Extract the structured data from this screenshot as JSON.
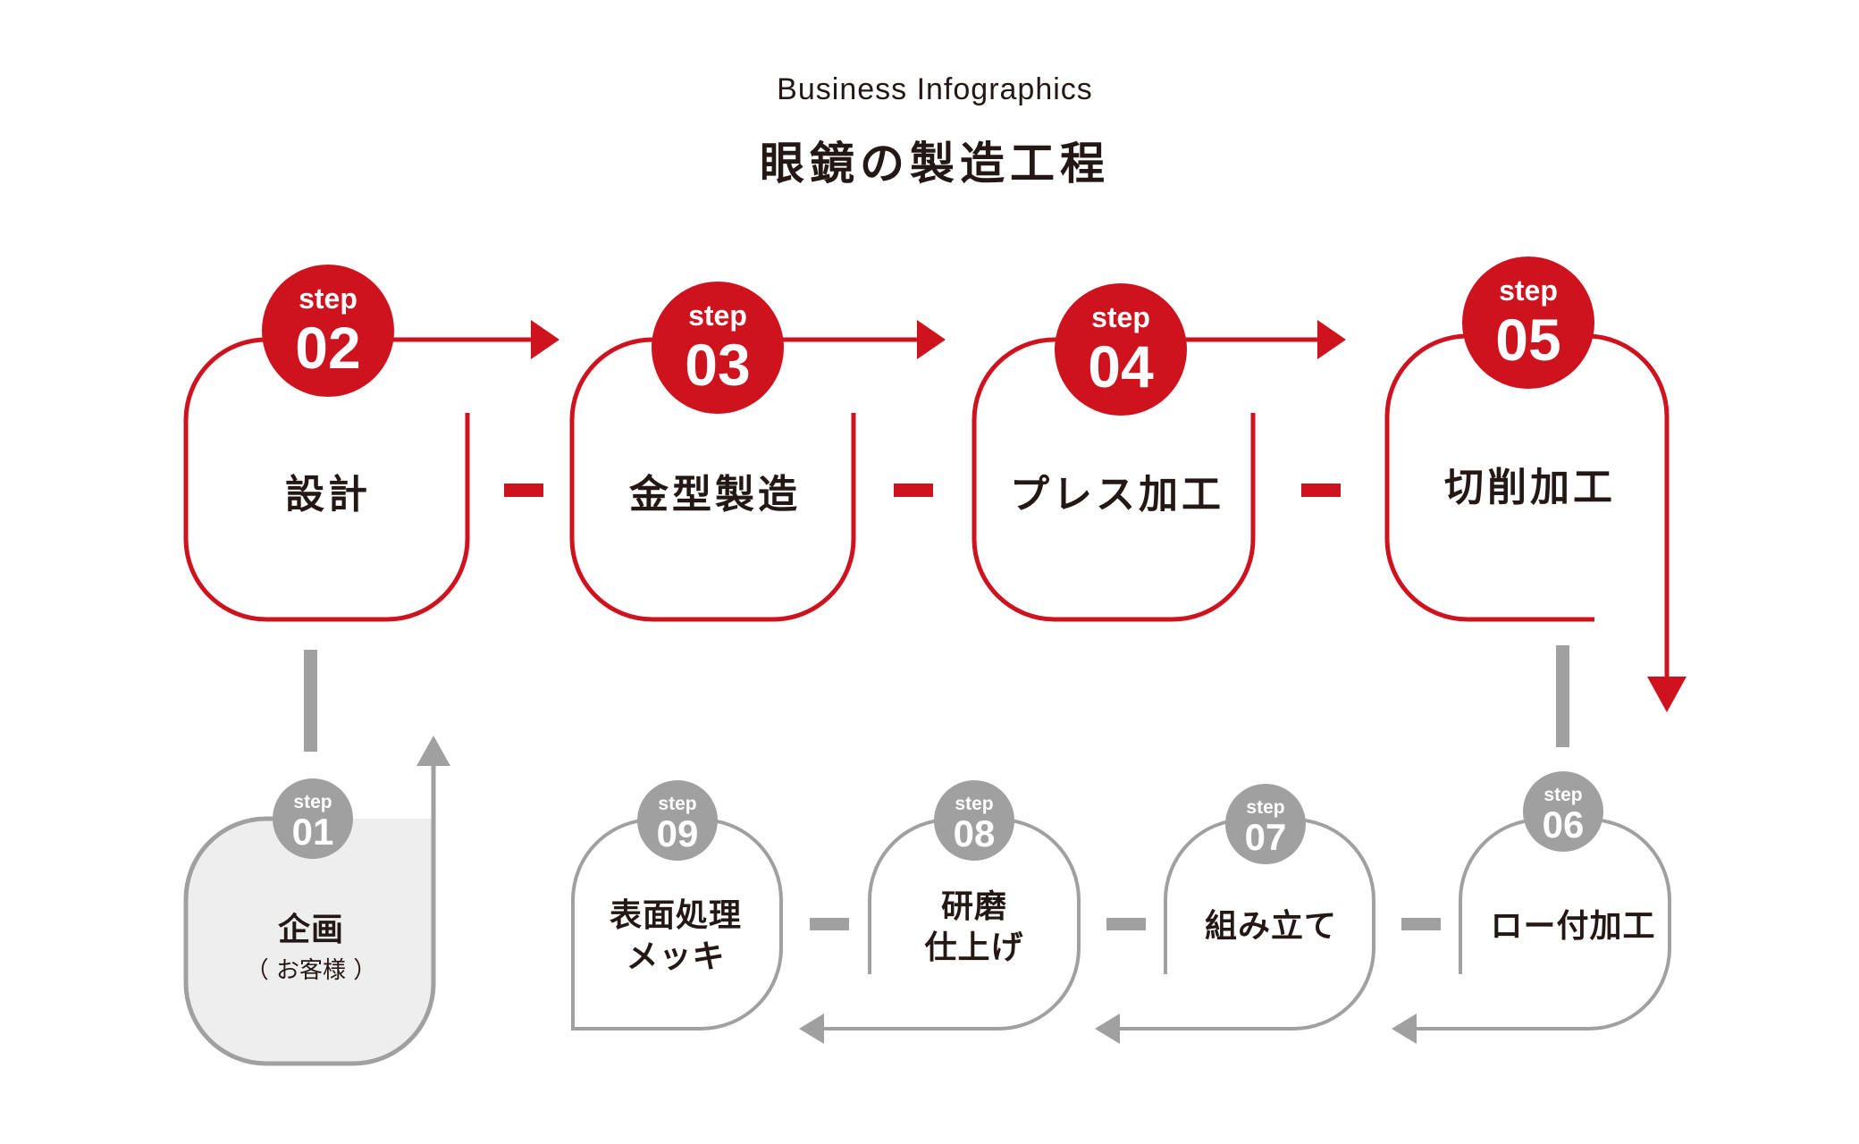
{
  "header": {
    "subtitle": "Business Infographics",
    "title": "眼鏡の製造工程"
  },
  "colors": {
    "active": "#CE131F",
    "inactive": "#A0A0A0",
    "start_fill": "#EEEEEE",
    "text": "#231815"
  },
  "step_word": "step",
  "steps": [
    {
      "num": "01",
      "lines": [
        "企画"
      ],
      "note": "（ お客様 ）",
      "status": "inactive"
    },
    {
      "num": "02",
      "lines": [
        "設計"
      ],
      "status": "active"
    },
    {
      "num": "03",
      "lines": [
        "金型製造"
      ],
      "status": "active"
    },
    {
      "num": "04",
      "lines": [
        "プレス加工"
      ],
      "status": "active"
    },
    {
      "num": "05",
      "lines": [
        "切削加工"
      ],
      "status": "active"
    },
    {
      "num": "06",
      "lines": [
        "ロー付加工"
      ],
      "status": "inactive"
    },
    {
      "num": "07",
      "lines": [
        "組み立て"
      ],
      "status": "inactive"
    },
    {
      "num": "08",
      "lines": [
        "研磨",
        "仕上げ"
      ],
      "status": "inactive"
    },
    {
      "num": "09",
      "lines": [
        "表面処理",
        "メッキ"
      ],
      "status": "inactive"
    }
  ]
}
